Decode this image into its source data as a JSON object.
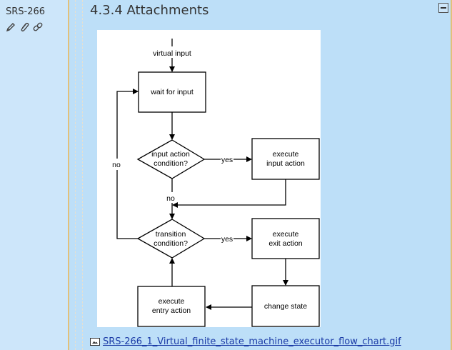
{
  "requirement": {
    "id": "SRS-266",
    "icons": [
      "pencil-icon",
      "paperclip-icon",
      "link-icon"
    ]
  },
  "section": {
    "title": "4.3.4 Attachments",
    "collapse_icon": "collapse-minus-icon"
  },
  "flowchart": {
    "entry_label": "virtual input",
    "nodes": {
      "wait": "wait for input",
      "input_cond_1": "input action",
      "input_cond_2": "condition?",
      "exec_input_1": "execute",
      "exec_input_2": "input action",
      "trans_cond_1": "transition",
      "trans_cond_2": "condition?",
      "exec_exit_1": "execute",
      "exec_exit_2": "exit action",
      "change_state": "change state",
      "exec_entry_1": "execute",
      "exec_entry_2": "entry action"
    },
    "edge_labels": {
      "yes1": "yes",
      "yes2": "yes",
      "no_input": "no",
      "no_loop": "no"
    }
  },
  "attachment": {
    "icon": "image-file-icon",
    "filename": "SRS-266_1_Virtual_finite_state_machine_executor_flow_chart.gif"
  }
}
